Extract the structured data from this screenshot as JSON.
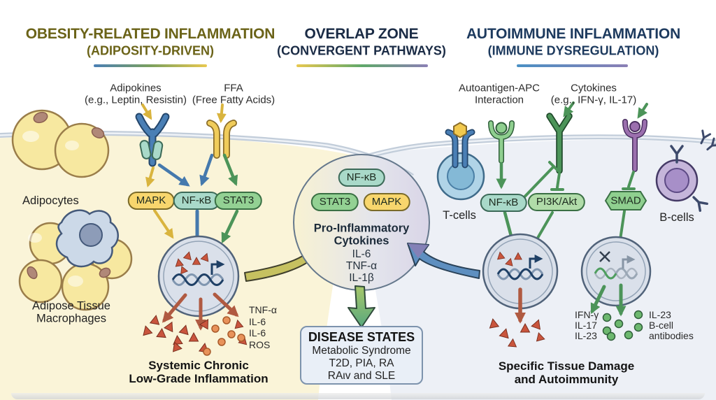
{
  "title_sections": {
    "left": {
      "title": "OBESITY-RELATED INFLAMMATION",
      "subtitle": "(ADIPOSITY-DRIVEN)"
    },
    "center": {
      "title": "OVERLAP ZONE",
      "subtitle": "(CONVERGENT PATHWAYS)"
    },
    "right": {
      "title": "AUTOIMMUNE INFLAMMATION",
      "subtitle": "(IMMUNE DYSREGULATION)"
    }
  },
  "ligands": {
    "adipokines": {
      "line1": "Adipokines",
      "line2": "(e.g., Leptin, Resistin)"
    },
    "ffa": {
      "line1": "FFA",
      "line2": "(Free Fatty Acids)"
    },
    "autoantigen": {
      "line1": "Autoantigen-APC",
      "line2": "Interaction"
    },
    "cytokines": {
      "line1": "Cytokines",
      "line2": "(e.g., IFN-γ, IL-17)"
    }
  },
  "cells": {
    "adipocytes": "Adipocytes",
    "macrophages_line1": "Adipose Tissue",
    "macrophages_line2": "Macrophages",
    "t_cells": "T-cells",
    "b_cells": "B-cells"
  },
  "pills": {
    "left": [
      "MAPK",
      "NF-κB",
      "STAT3"
    ],
    "center": [
      "NF-κB",
      "STAT3",
      "MAPK"
    ],
    "right": [
      "NF-κB",
      "PI3K/Akt",
      "SMAD"
    ]
  },
  "overlap_circle": {
    "heading_line1": "Pro-Inflammatory",
    "heading_line2": "Cytokines",
    "items": [
      "IL-6",
      "TNF-α",
      "IL-1β"
    ]
  },
  "outputs": {
    "left": [
      "TNF-α",
      "IL-6",
      "IL-6",
      "ROS"
    ],
    "right_a": [
      "IFN-γ",
      "IL-17",
      "IL-23"
    ],
    "right_b": [
      "IL-23",
      "B-cell",
      "antibodies"
    ]
  },
  "outcomes": {
    "left_line1": "Systemic Chronic",
    "left_line2": "Low-Grade Inflammation",
    "right_line1": "Specific Tissue Damage",
    "right_line2": "and Autoimmunity"
  },
  "disease_box": {
    "title": "DISEASE STATES",
    "lines": [
      "Metabolic Syndrome",
      "T2D, PIA, RA",
      "RAιv and SLE"
    ]
  },
  "colors": {
    "left_title": "#6b6318",
    "right_title": "#1d3a5e",
    "left_cell_bg": "#faf4d8",
    "right_cell_bg": "#edf0f6",
    "mapk_pill": "#f8d66d",
    "nfkb_pill": "#a9d9c9",
    "stat3_pill": "#93d193",
    "pi3k_pill": "#b1dca9",
    "smad_pill": "#8fcf8f",
    "triangle_red": "#c9553d",
    "dot_orange": "#e8925a",
    "dot_green": "#6db86f",
    "arrow_yellow": "#d9b43e",
    "arrow_blue": "#4579ad",
    "arrow_green": "#4c9459",
    "arrow_redbrown": "#b05a41"
  }
}
